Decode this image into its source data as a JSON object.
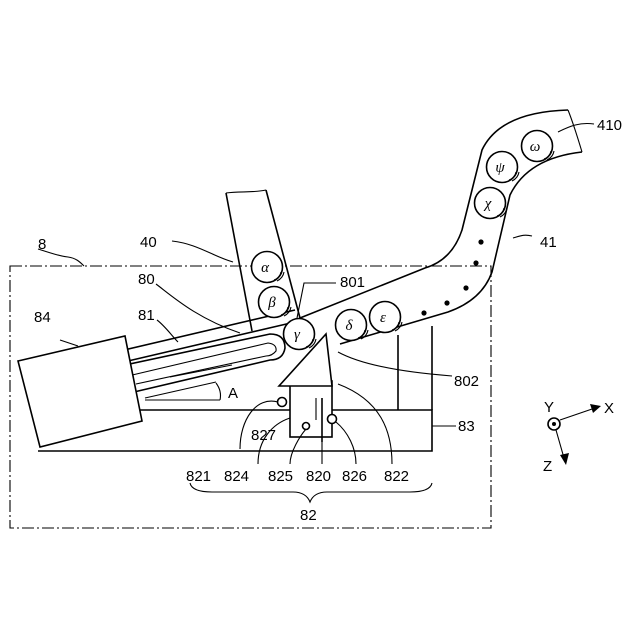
{
  "labels": {
    "frame": "8",
    "tube_40": "40",
    "duct_41": "41",
    "inlet_410": "410",
    "l80": "80",
    "l801": "801",
    "l802": "802",
    "l81": "81",
    "l82": "82",
    "l83": "83",
    "l84": "84",
    "l820": "820",
    "l821": "821",
    "l822": "822",
    "l824": "824",
    "l825": "825",
    "l826": "826",
    "l827": "827",
    "angle": "A"
  },
  "balls": [
    "α",
    "β",
    "γ",
    "δ",
    "ε",
    "χ",
    "ψ",
    "ω"
  ],
  "axes": {
    "x": "X",
    "y": "Y",
    "z": "Z"
  }
}
